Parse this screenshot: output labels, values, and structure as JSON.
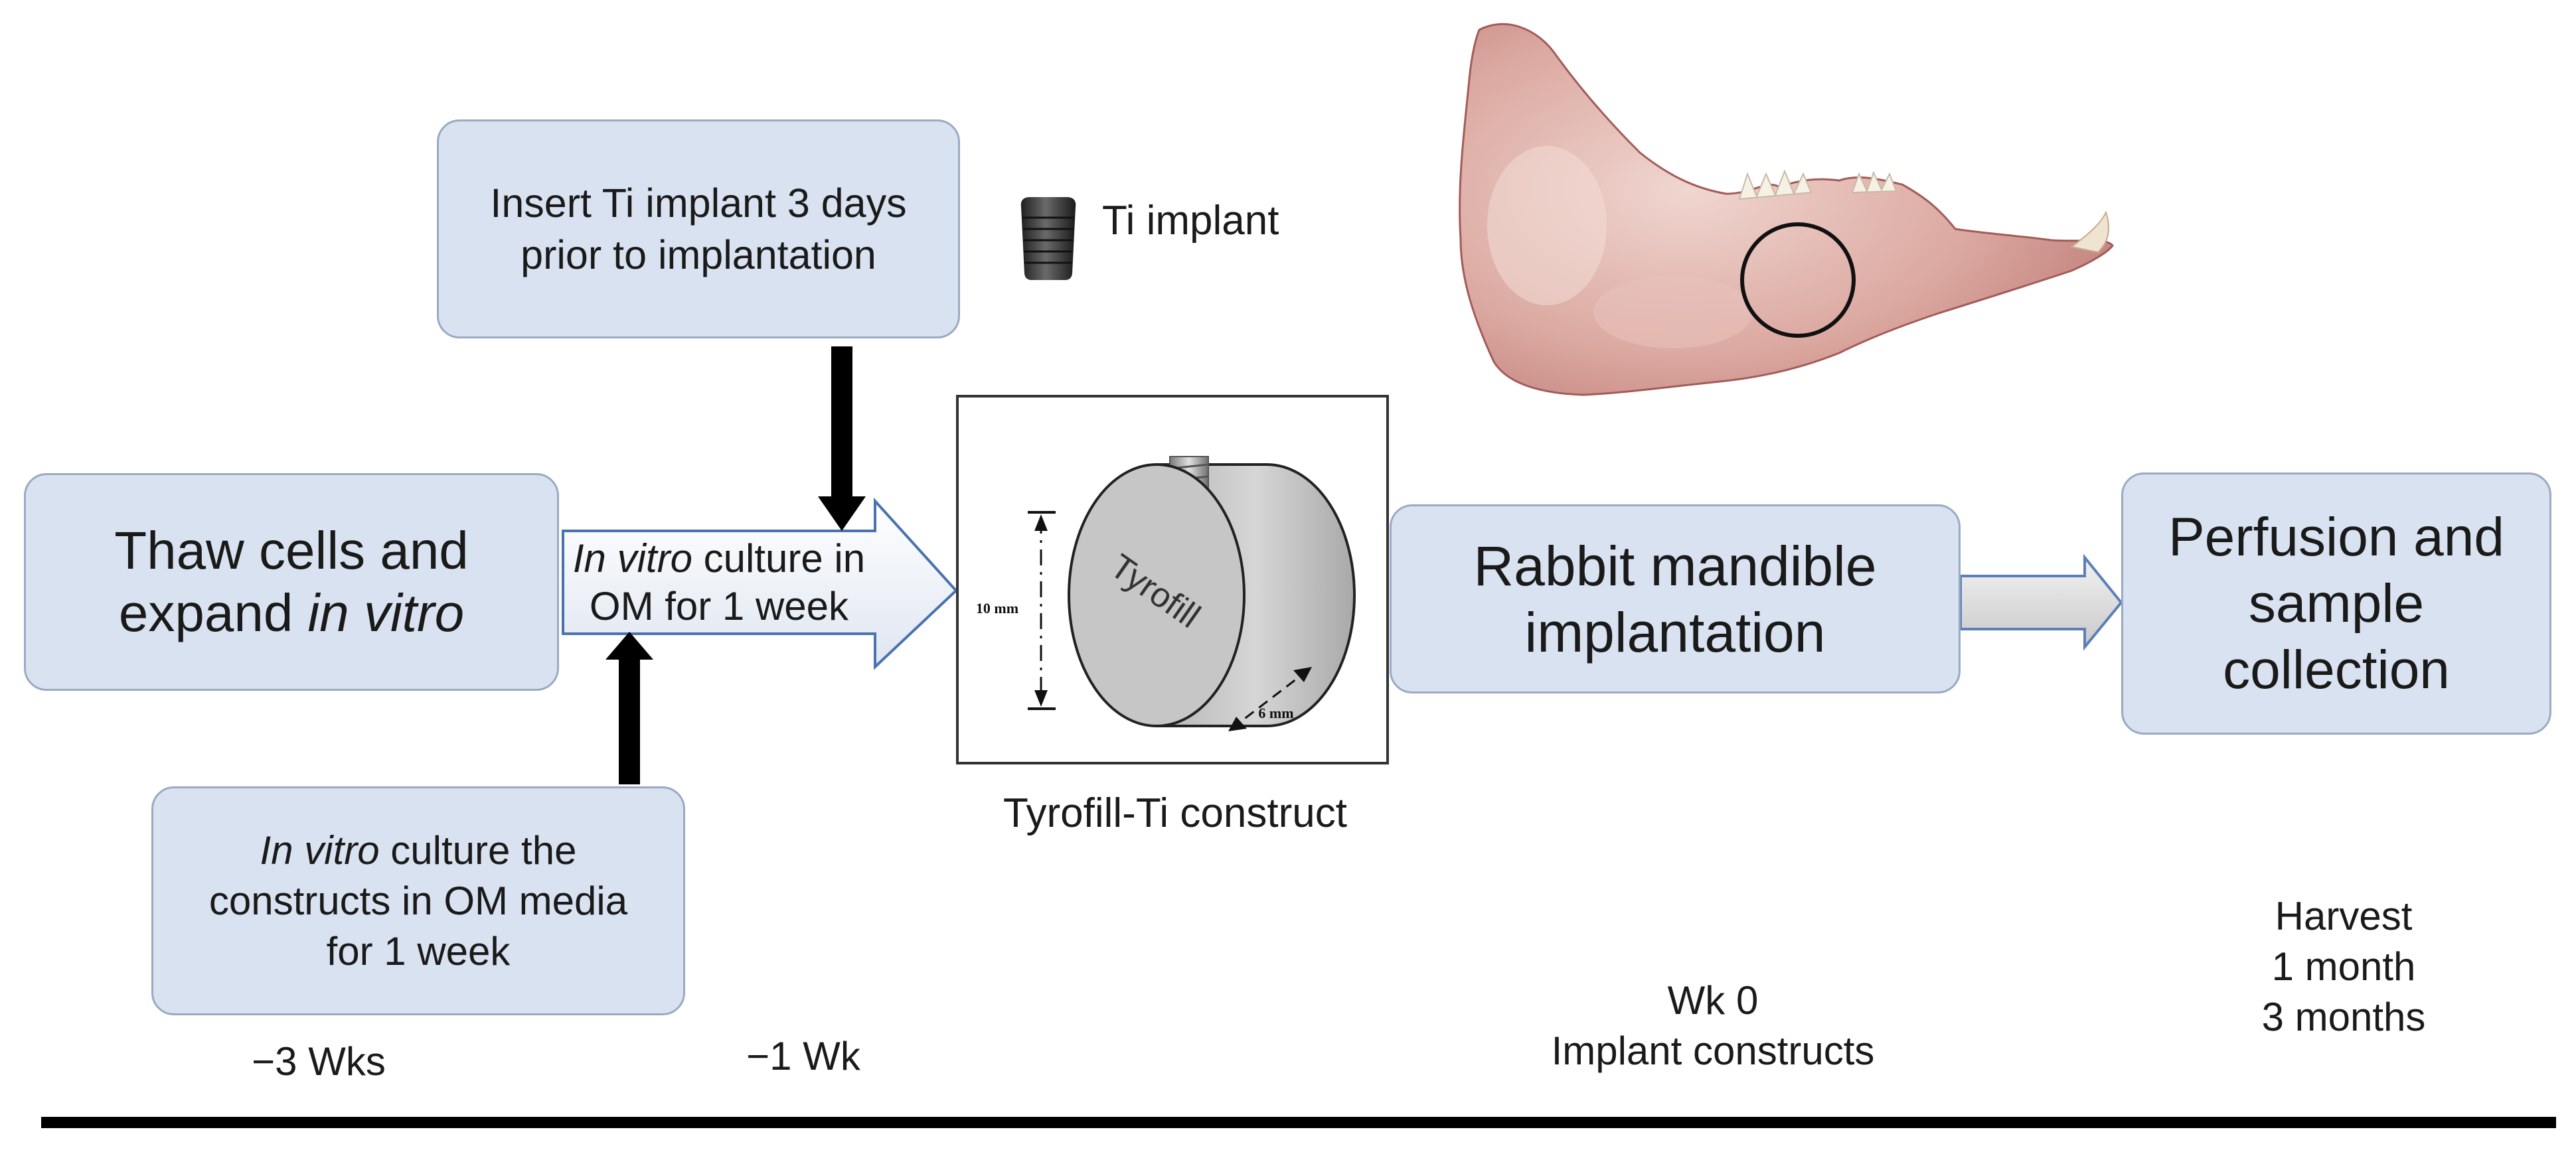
{
  "steps": {
    "thaw": {
      "line1": "Thaw cells and",
      "line2_pre": "expand ",
      "line2_em": "in vitro"
    },
    "culture_arrow": {
      "line1_em": "In vitro",
      "line1_rest": " culture  in",
      "line2": "OM  for 1 week"
    },
    "insert_ti": {
      "text": "Insert Ti implant 3 days prior to implantation"
    },
    "culture_constructs": {
      "line1_em": "In vitro",
      "line1_rest": " culture the",
      "line2": "constructs in OM media for 1 week"
    },
    "rabbit": {
      "text": "Rabbit mandible implantation"
    },
    "perfusion": {
      "text": "Perfusion and sample collection"
    }
  },
  "construct": {
    "caption": "Tyrofill-Ti construct",
    "material_label": "Tyrofill",
    "height_label": "10 mm",
    "depth_label": "6 mm"
  },
  "ti_implant_label": "Ti implant",
  "timeline": {
    "minus3": "−3 Wks",
    "minus1": "−1 Wk",
    "wk0_line1": "Wk 0",
    "wk0_line2": "Implant constructs",
    "harvest_line1": "Harvest",
    "harvest_line2": "1 month",
    "harvest_line3": "3 months"
  },
  "colors": {
    "box_fill": "#d9e2f0",
    "box_border": "#9aaac4",
    "arrow_outline": "#4a72b0",
    "bone_pink": "#d9a6a0"
  }
}
